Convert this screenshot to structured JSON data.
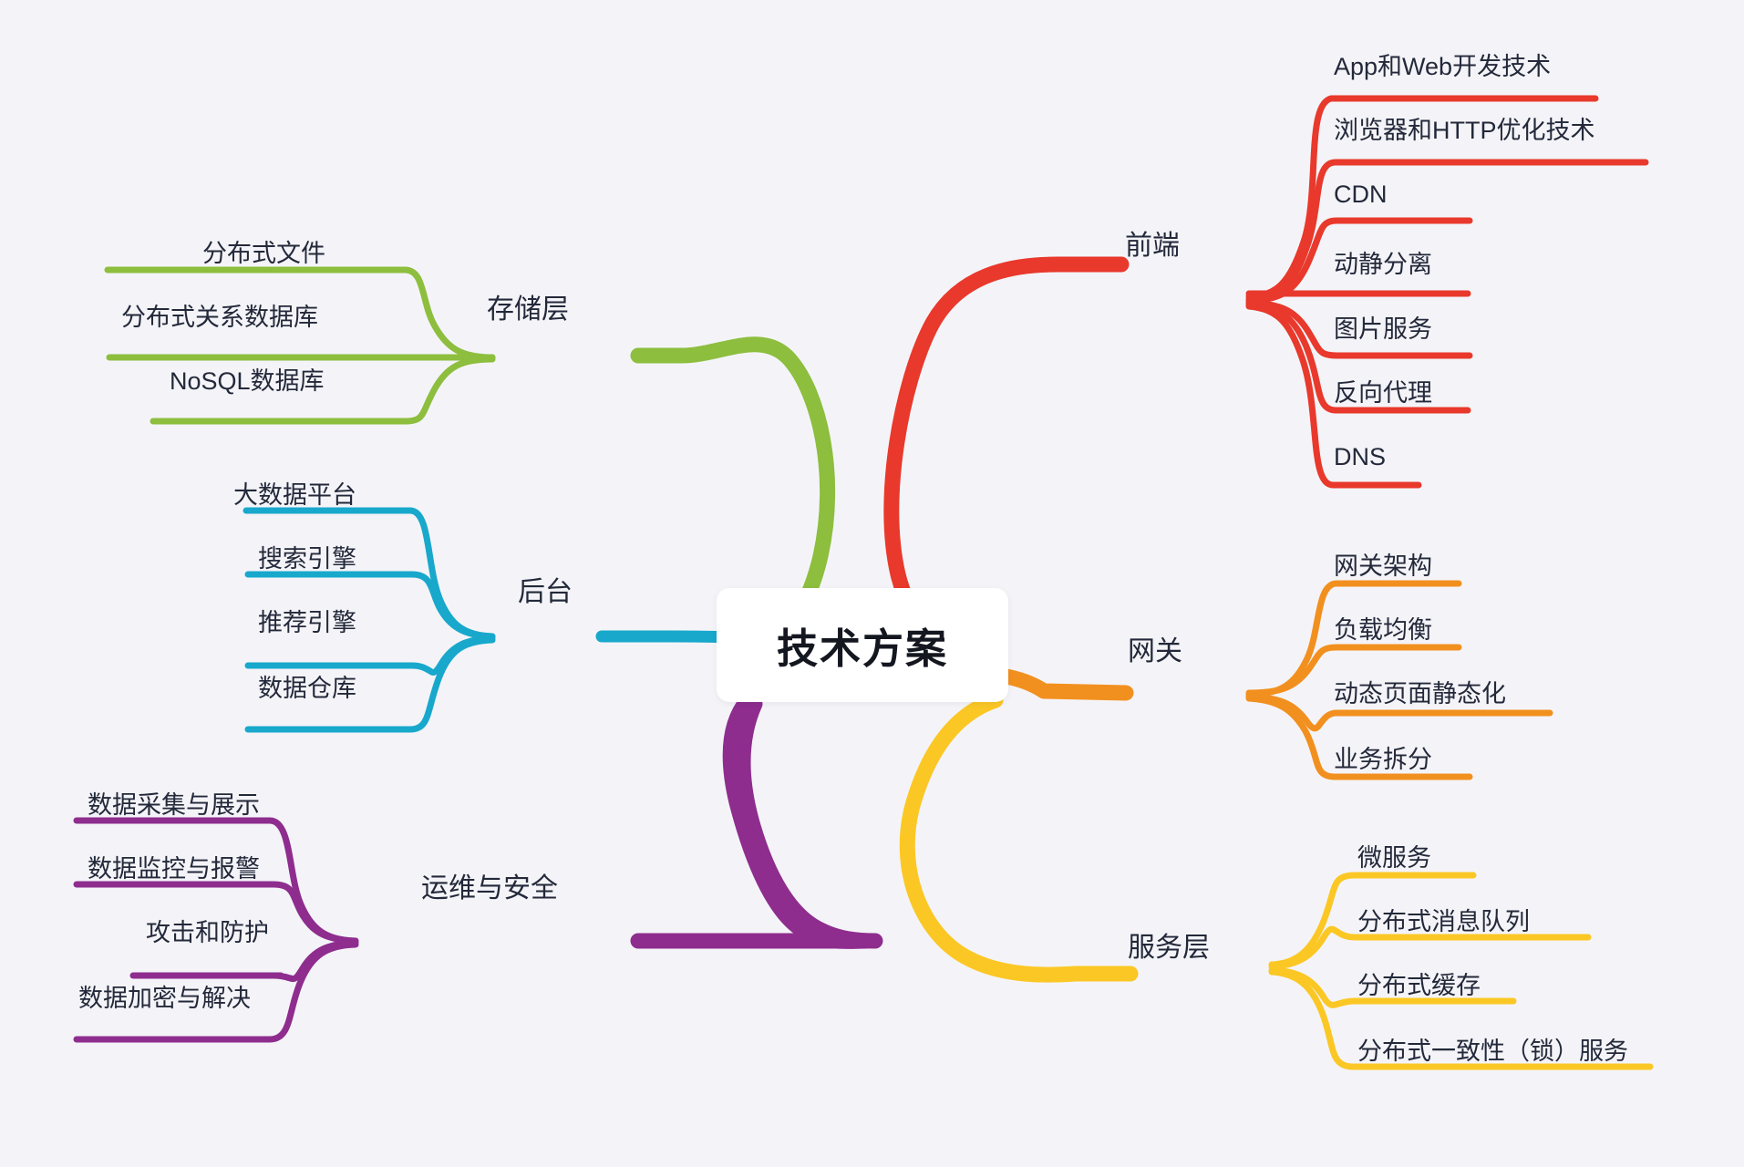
{
  "background_color": "#f4f4f8",
  "center": {
    "label": "技术方案",
    "text_color": "#14171f",
    "bg_color": "#ffffff"
  },
  "branches": [
    {
      "id": "frontend",
      "label": "前端",
      "color": "#e8392c",
      "side": "right",
      "children": [
        {
          "label": "App和Web开发技术"
        },
        {
          "label": "浏览器和HTTP优化技术"
        },
        {
          "label": "CDN"
        },
        {
          "label": "动静分离"
        },
        {
          "label": "图片服务"
        },
        {
          "label": "反向代理"
        },
        {
          "label": "DNS"
        }
      ]
    },
    {
      "id": "gateway",
      "label": "网关",
      "color": "#f2901f",
      "side": "right",
      "children": [
        {
          "label": "网关架构"
        },
        {
          "label": "负载均衡"
        },
        {
          "label": "动态页面静态化"
        },
        {
          "label": "业务拆分"
        }
      ]
    },
    {
      "id": "service-layer",
      "label": "服务层",
      "color": "#fbc724",
      "side": "right",
      "children": [
        {
          "label": "微服务"
        },
        {
          "label": "分布式消息队列"
        },
        {
          "label": "分布式缓存"
        },
        {
          "label": "分布式一致性（锁）服务"
        }
      ]
    },
    {
      "id": "storage-layer",
      "label": "存储层",
      "color": "#8dbe3e",
      "side": "left",
      "children": [
        {
          "label": "分布式文件"
        },
        {
          "label": "分布式关系数据库"
        },
        {
          "label": "NoSQL数据库"
        }
      ]
    },
    {
      "id": "backend",
      "label": "后台",
      "color": "#18a8cc",
      "side": "left",
      "children": [
        {
          "label": "大数据平台"
        },
        {
          "label": "搜索引擎"
        },
        {
          "label": "推荐引擎"
        },
        {
          "label": "数据仓库"
        }
      ]
    },
    {
      "id": "ops-security",
      "label": "运维与安全",
      "color": "#8e2d8e",
      "side": "left",
      "children": [
        {
          "label": "数据采集与展示"
        },
        {
          "label": "数据监控与报警"
        },
        {
          "label": "攻击和防护"
        },
        {
          "label": "数据加密与解决"
        }
      ]
    }
  ]
}
